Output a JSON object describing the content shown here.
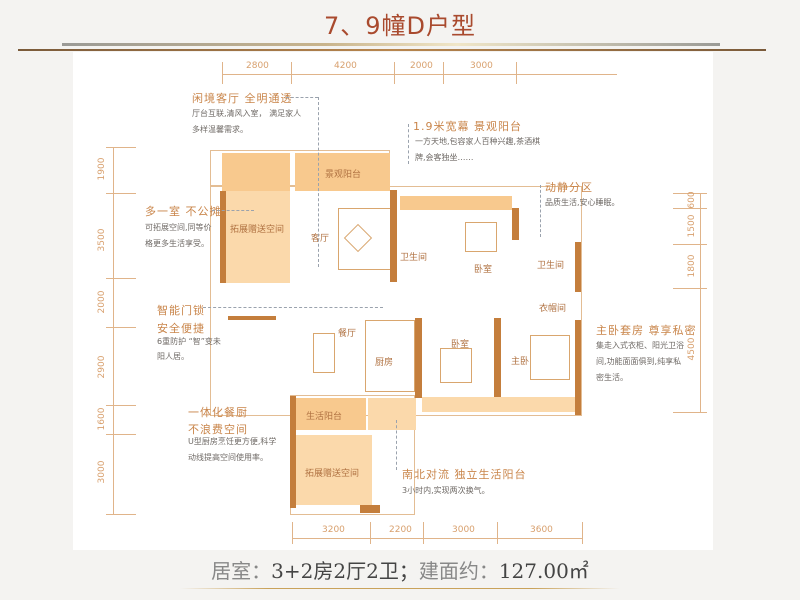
{
  "title": "7、9幢D户型",
  "footer": {
    "label_rooms": "居室：",
    "rooms": "3+2房2厅2卫；",
    "label_area": "建面约：",
    "area": "127.00㎡"
  },
  "dimensions": {
    "top": [
      "2800",
      "4200",
      "2000",
      "3000"
    ],
    "bottom": [
      "3200",
      "2200",
      "3000",
      "3600"
    ],
    "left": [
      "1900",
      "3500",
      "2000",
      "2900",
      "1600",
      "3000"
    ],
    "right": [
      "600",
      "1500",
      "1800",
      "4500"
    ]
  },
  "rooms": {
    "view_balcony": "景观阳台",
    "extension_top": "拓展赠送空间",
    "living": "客厅",
    "bath1": "卫生间",
    "bedroom1": "卧室",
    "bath2": "卫生间",
    "closet": "衣帽间",
    "dining": "餐厅",
    "kitchen": "厨房",
    "bedroom2": "卧室",
    "master": "主卧",
    "utility_balcony": "生活阳台",
    "extension_bottom": "拓展赠送空间"
  },
  "callouts": [
    {
      "heading": "闲境客厅 全明通透",
      "body": [
        "厅台互联,清风入室， 满足家人",
        "多样温馨需求。"
      ]
    },
    {
      "heading": "1.9米宽幕 景观阳台",
      "body": [
        "一方天地,包容家人百种兴趣,茶酒棋",
        "牌,会客独坐……"
      ]
    },
    {
      "heading": "动静分区",
      "body": [
        "品质生活,安心睡眠。"
      ]
    },
    {
      "heading": "多一室 不公摊",
      "body": [
        "可拓展空间,同等价",
        "格更多生活享受。"
      ]
    },
    {
      "heading": "智能门锁",
      "heading2": "安全便捷",
      "body": [
        "6重防护 “智”变未",
        "阳人居。"
      ]
    },
    {
      "heading": "一体化餐厨",
      "heading2": "不浪费空间",
      "body": [
        "U型厨房烹饪更方便,科学",
        "动线提高空间使用率。"
      ]
    },
    {
      "heading": "主卧套房 尊享私密",
      "body": [
        "集走入式衣柜、阳光卫浴",
        "间,功能面面俱到,纯享私",
        "密生活。"
      ]
    },
    {
      "heading": "南北对流 独立生活阳台",
      "body": [
        "3小时内,实现两次换气。"
      ]
    }
  ],
  "colors": {
    "title": "#a94a2e",
    "accent": "#c9854a",
    "wall": "#c47e3c",
    "extension_fill": "#fbd9ab",
    "balcony_fill": "#f8c98e"
  }
}
